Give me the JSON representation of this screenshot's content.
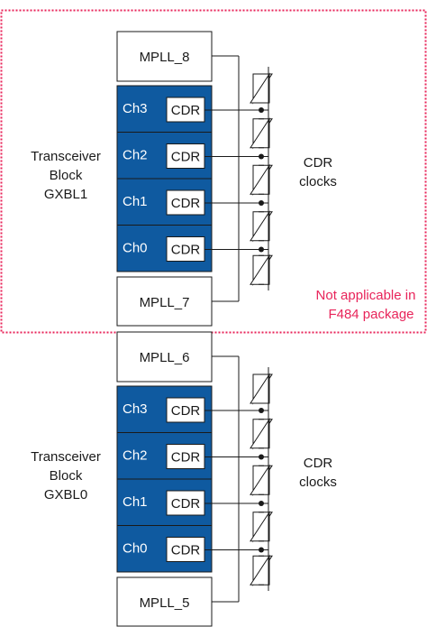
{
  "colors": {
    "channel_fill": "#0f5aa0",
    "note_color": "#e8245a",
    "border_color": "#e8245a",
    "stroke": "#1a1a1a"
  },
  "blocks": [
    {
      "label_lines": [
        "Transceiver",
        "Block",
        "GXBL1"
      ],
      "mpll_top": "MPLL_8",
      "mpll_bottom": "MPLL_7",
      "channels": [
        "Ch3",
        "Ch2",
        "Ch1",
        "Ch0"
      ],
      "cdr_label": "CDR",
      "clock_label_lines": [
        "CDR",
        "clocks"
      ],
      "note_lines": [
        "Not applicable in",
        "F484 package"
      ]
    },
    {
      "label_lines": [
        "Transceiver",
        "Block",
        "GXBL0"
      ],
      "mpll_top": "MPLL_6",
      "mpll_bottom": "MPLL_5",
      "channels": [
        "Ch3",
        "Ch2",
        "Ch1",
        "Ch0"
      ],
      "cdr_label": "CDR",
      "clock_label_lines": [
        "CDR",
        "clocks"
      ]
    }
  ]
}
